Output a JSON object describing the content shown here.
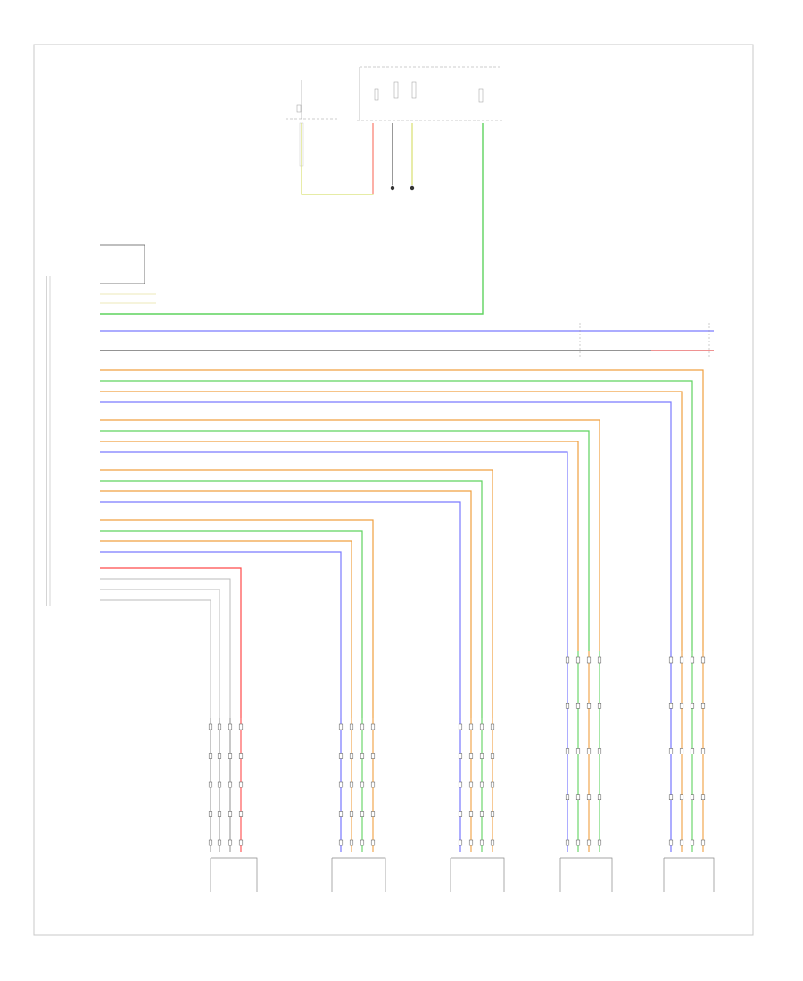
{
  "diagram": {
    "title": "",
    "page_label": "",
    "colors": {
      "orange": "#f0a040",
      "green": "#5fd35f",
      "blue": "#6a6aff",
      "red": "#ff4a4a",
      "yellow_green": "#d8e070",
      "gray": "#9a9a9a",
      "black": "#333333",
      "frame": "#c8c8c8"
    },
    "camera_groups": [
      {
        "id": "rear-view-camera",
        "wires": [
          "gray",
          "gray",
          "gray",
          "red"
        ]
      },
      {
        "id": "left-side-view-camera",
        "wires": [
          "blue",
          "orange",
          "green",
          "orange"
        ]
      },
      {
        "id": "right-side-view-camera",
        "wires": [
          "blue",
          "orange",
          "green",
          "orange"
        ]
      },
      {
        "id": "left-front-camera",
        "wires": [
          "blue",
          "green",
          "orange",
          "green"
        ]
      },
      {
        "id": "right-front-camera",
        "wires": [
          "blue",
          "orange",
          "green",
          "orange"
        ]
      }
    ]
  }
}
